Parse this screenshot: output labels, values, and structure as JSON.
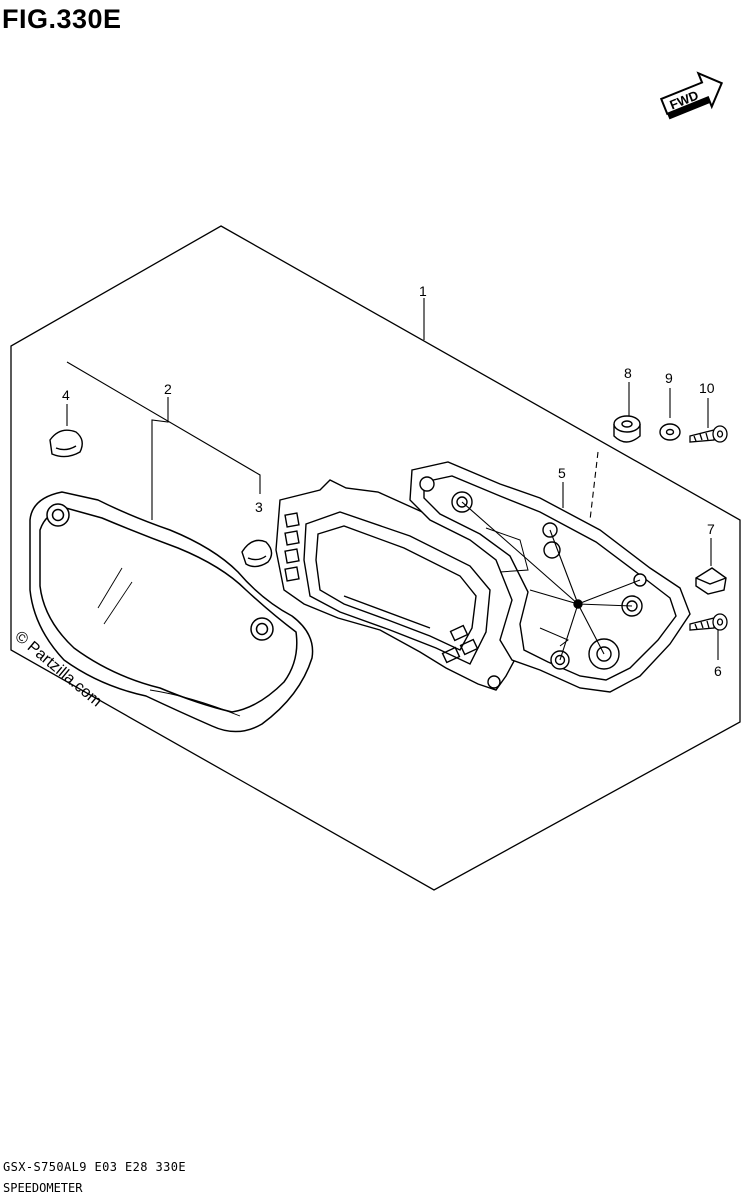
{
  "figure": {
    "title": "FIG.330E",
    "fwd_label": "FWD"
  },
  "callouts": [
    "1",
    "2",
    "3",
    "4",
    "5",
    "6",
    "7",
    "8",
    "9",
    "10"
  ],
  "watermark": "© Partzilla.com",
  "footer": {
    "code": "GSX-S750AL9  E03  E28  330E",
    "name": "SPEEDOMETER"
  }
}
